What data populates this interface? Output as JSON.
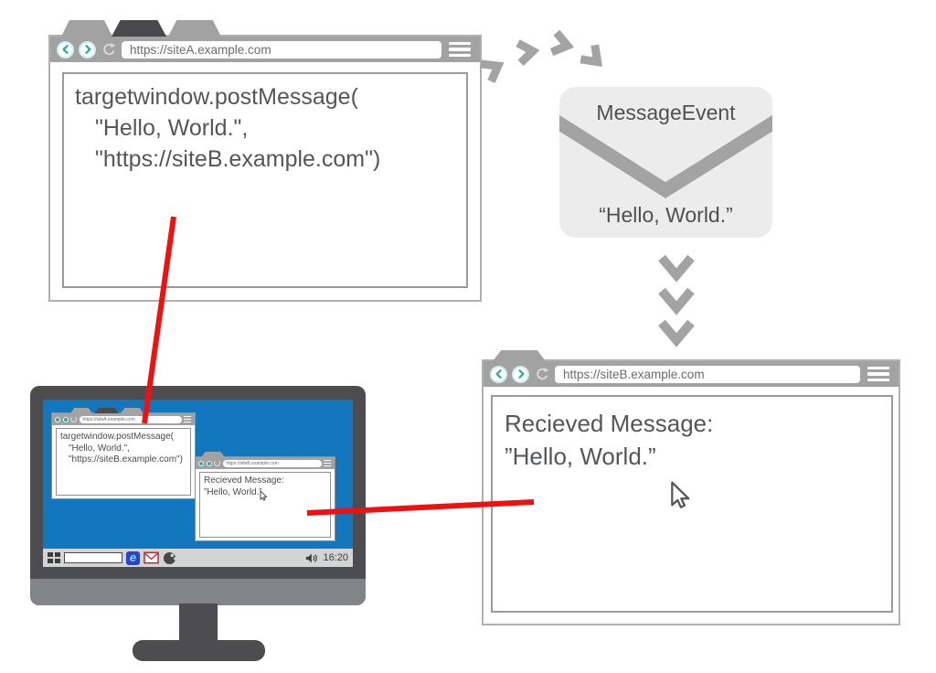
{
  "browser_a": {
    "url": "https://siteA.example.com",
    "code": [
      "targetwindow.postMessage(",
      "\"Hello, World.\",",
      "\"https://siteB.example.com\")"
    ]
  },
  "envelope": {
    "title": "MessageEvent",
    "message": "“Hello, World.”"
  },
  "browser_b": {
    "url": "https://siteB.example.com",
    "message": [
      "Recieved Message:",
      "”Hello, World.”"
    ]
  },
  "monitor": {
    "taskbar": {
      "time": "16:20",
      "search_value": ""
    }
  },
  "colors": {
    "chrome_gray": "#a2a2a2",
    "dark_tab": "#4a4a4c",
    "accent_teal": "#2fa9a3",
    "arrow_gray": "#a3a3a3",
    "red_connector": "#ee1111",
    "desktop_blue": "#1377be",
    "monitor_frame": "#4d4d4f",
    "text_gray": "#55565a"
  }
}
